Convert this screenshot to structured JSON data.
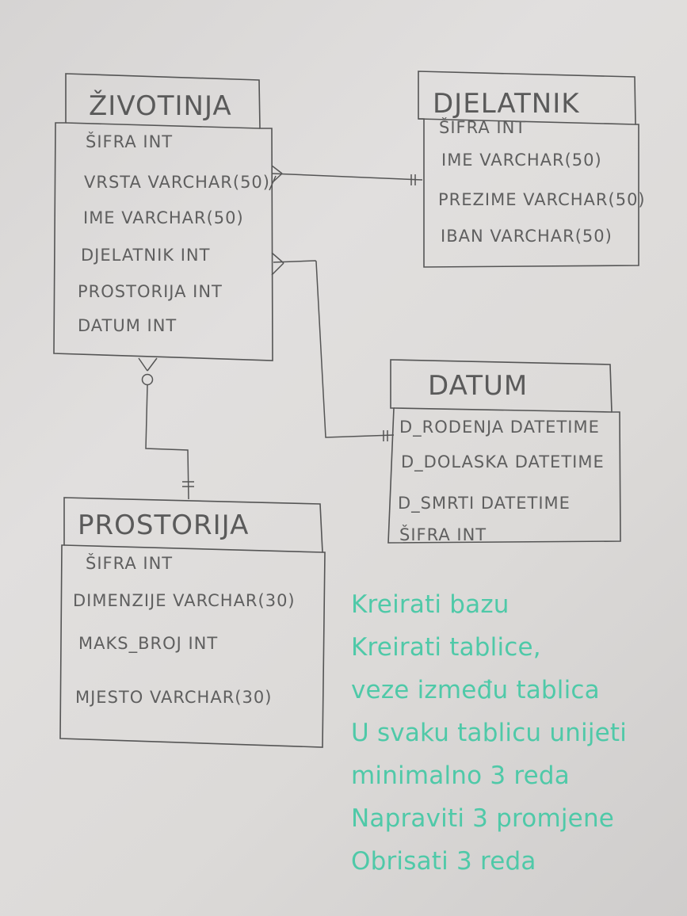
{
  "entities": {
    "zivotinja": {
      "title": "ŽIVOTINJA",
      "fields": [
        "ŠIFRA INT",
        "VRSTA VARCHAR(50)",
        "IME VARCHAR(50)",
        "DJELATNIK INT",
        "PROSTORIJA INT",
        "DATUM INT"
      ]
    },
    "djelatnik": {
      "title": "DJELATNIK",
      "fields": [
        "ŠIFRA INT",
        "IME VARCHAR(50)",
        "PREZIME VARCHAR(50)",
        "IBAN VARCHAR(50)"
      ]
    },
    "datum": {
      "title": "DATUM",
      "fields": [
        "D_RODENJA DATETIME",
        "D_DOLASKA DATETIME",
        "D_SMRTI  DATETIME",
        "ŠIFRA INT"
      ]
    },
    "prostorija": {
      "title": "PROSTORIJA",
      "fields": [
        "ŠIFRA INT",
        "DIMENZIJE VARCHAR(30)",
        "MAKS_BROJ INT",
        "MJESTO VARCHAR(30)"
      ]
    }
  },
  "tasks": [
    "Kreirati bazu",
    "Kreirati tablice,",
    "veze između tablica",
    "U svaku tablicu unijeti",
    "minimalno 3 reda",
    "Napraviti 3 promjene",
    "Obrisati 3 reda"
  ],
  "colors": {
    "ink": "#555555",
    "annotation": "#4fc9a8",
    "paper": "#dcdad8"
  }
}
